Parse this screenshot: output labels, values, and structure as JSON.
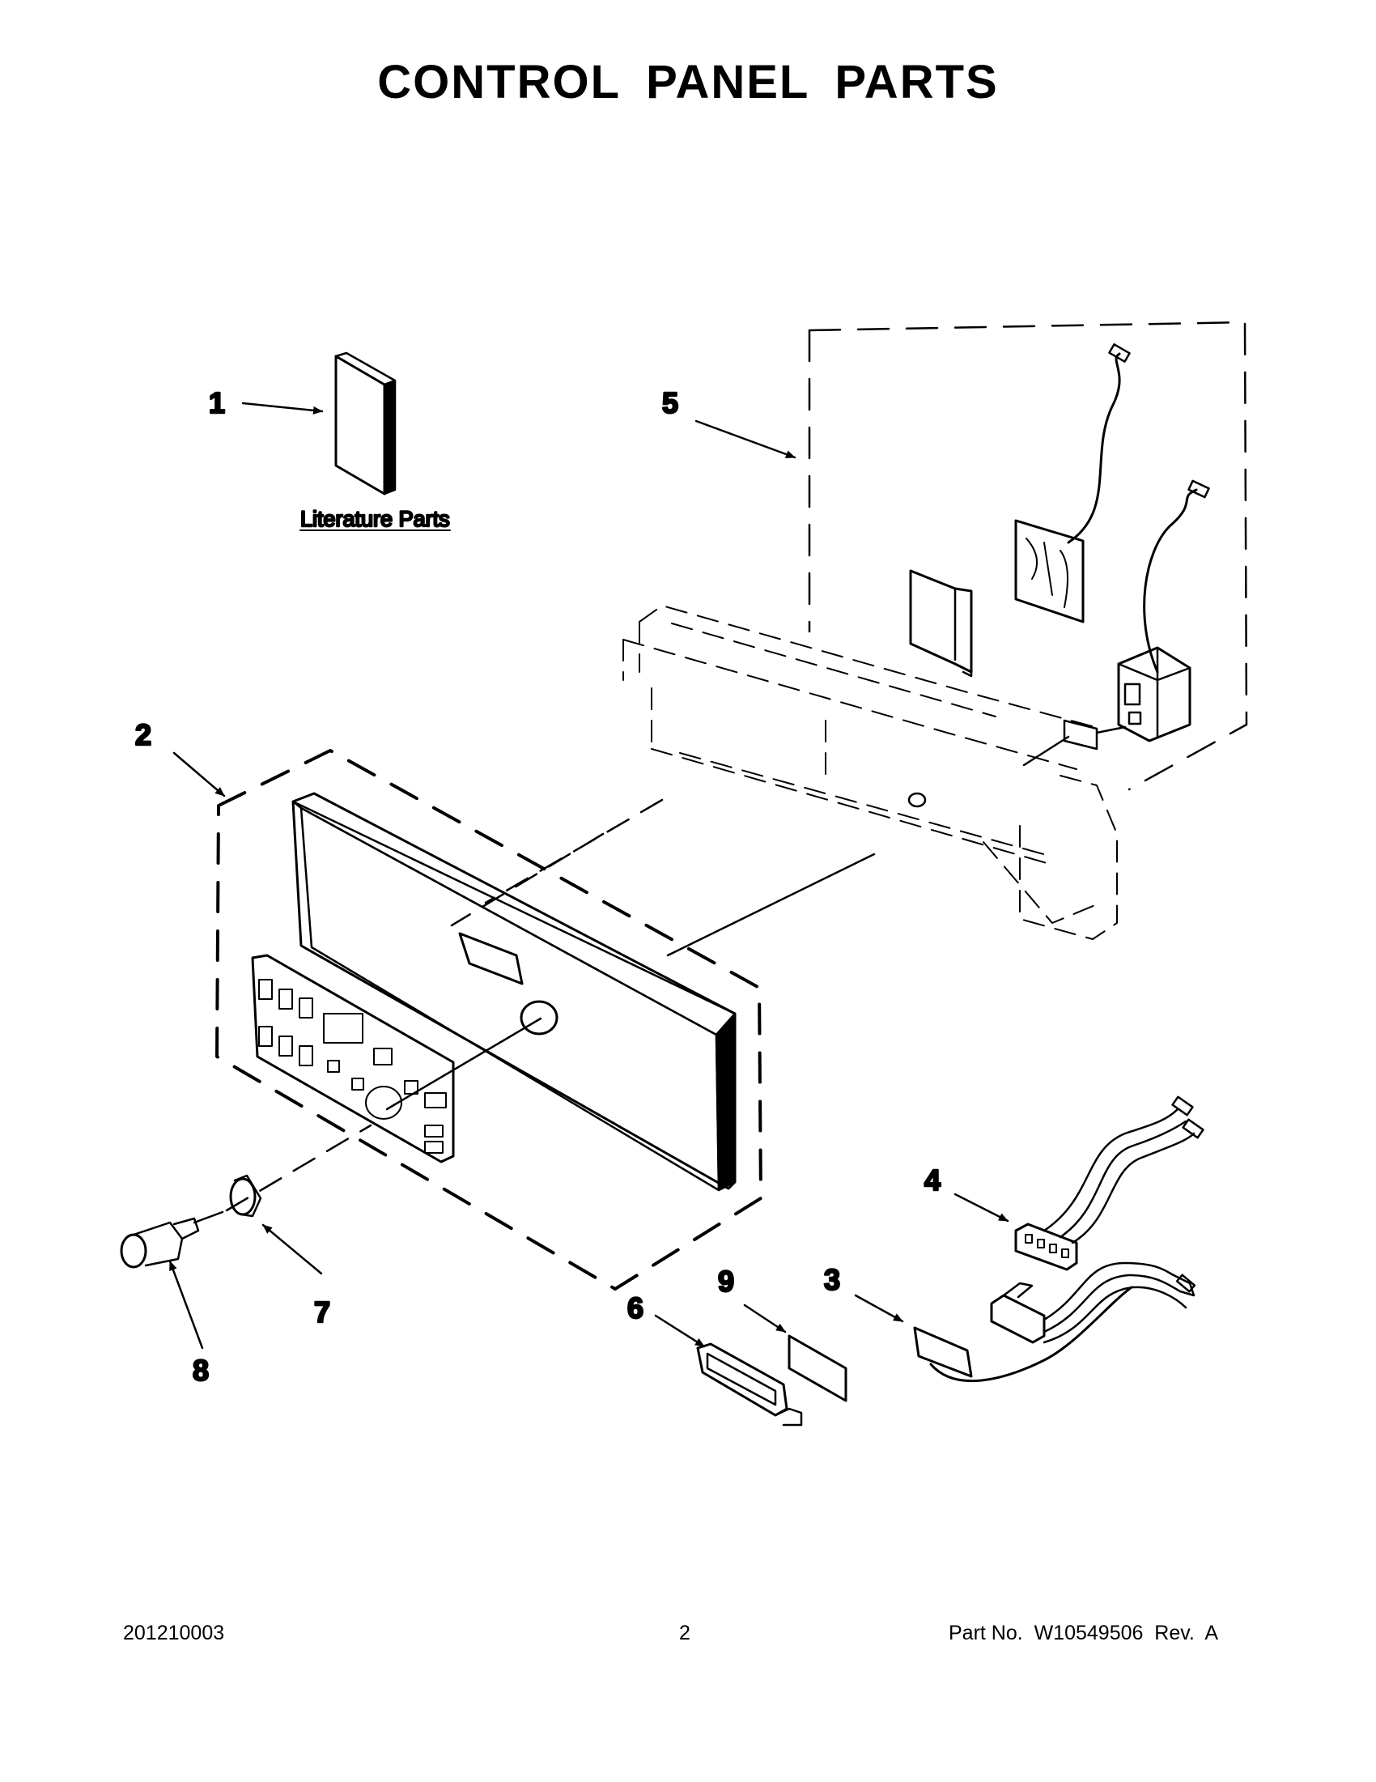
{
  "title": "CONTROL PANEL PARTS",
  "literature_label": "Literature Parts",
  "callouts": [
    "1",
    "2",
    "3",
    "4",
    "5",
    "6",
    "7",
    "8",
    "9"
  ],
  "footer": {
    "doc_code": "201210003",
    "page_number": "2",
    "part_number": "Part No.  W10549506  Rev.  A"
  }
}
